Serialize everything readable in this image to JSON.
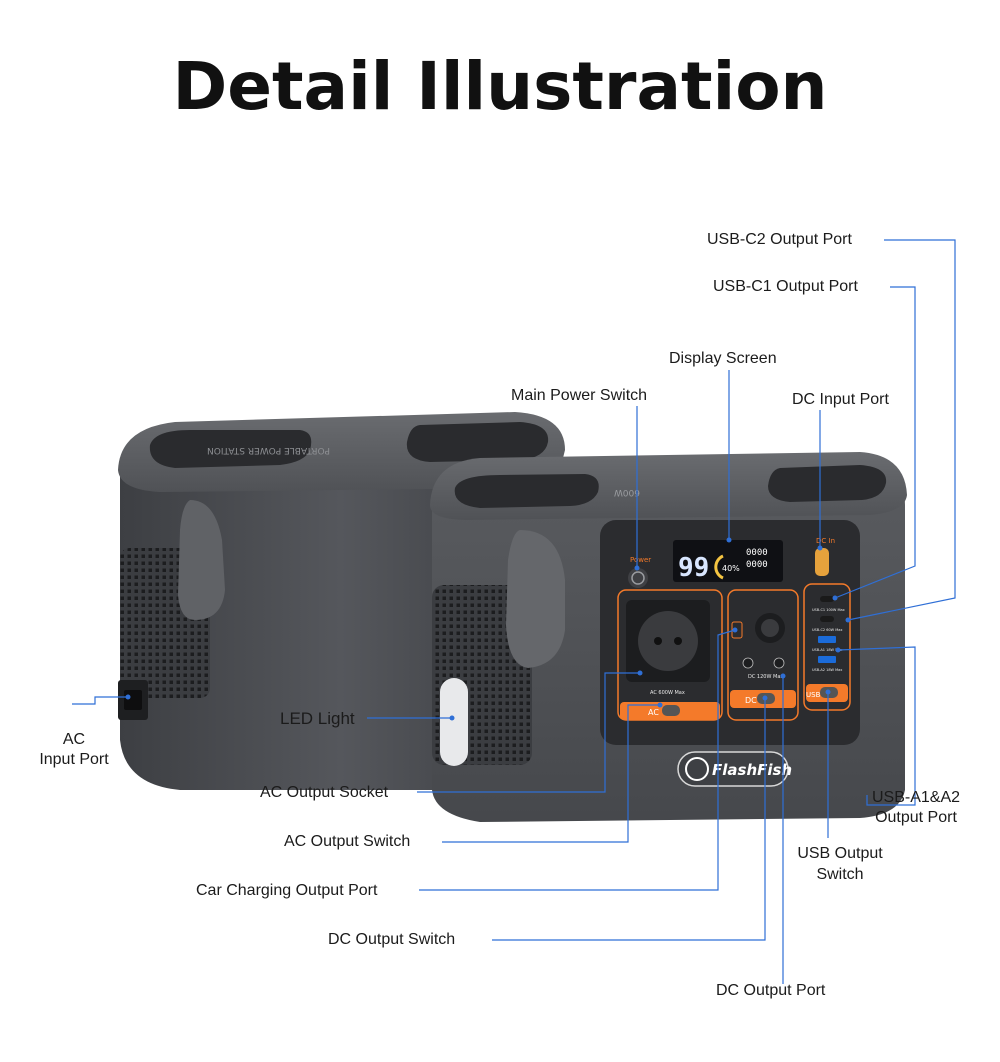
{
  "title": "Detail Illustration",
  "colors": {
    "leader": "#2f6fd6",
    "orange": "#f47a2a",
    "body": "#505256",
    "dark": "#2e3033"
  },
  "device": {
    "brand": "FlashFish",
    "capacity_text": "600W",
    "model_text": "PORTABLE POWER STATION",
    "display_value": "99",
    "display_percent": "40%",
    "display_readout_1": "0000",
    "display_readout_2": "0000",
    "power_label": "Power",
    "dc_in_label": "DC In",
    "ac_label": "AC",
    "ac_rating": "AC 600W Max",
    "dc_label": "DC",
    "dc_rating": "DC 120W Max",
    "usb_label": "USB",
    "usb_c1_rating": "USB-C1 100W Max",
    "usb_c2_rating": "USB-C2 60W Max",
    "usb_a1_rating": "USB-A1 18W Max",
    "usb_a2_rating": "USB-A2 18W Max"
  },
  "labels": {
    "usb_c2_output": "USB-C2 Output Port",
    "usb_c1_output": "USB-C1 Output Port",
    "display_screen": "Display Screen",
    "main_power_switch": "Main Power Switch",
    "dc_input_port": "DC Input Port",
    "ac_input_port_1": "AC",
    "ac_input_port_2": "Input Port",
    "led_light": "LED Light",
    "ac_output_socket": "AC Output Socket",
    "ac_output_switch": "AC Output Switch",
    "car_charging_output": "Car Charging Output Port",
    "dc_output_switch": "DC Output Switch",
    "dc_output_port": "DC Output Port",
    "usb_a_output_1": "USB-A1&A2",
    "usb_a_output_2": "Output Port",
    "usb_output_switch_1": "USB Output",
    "usb_output_switch_2": "Switch"
  }
}
